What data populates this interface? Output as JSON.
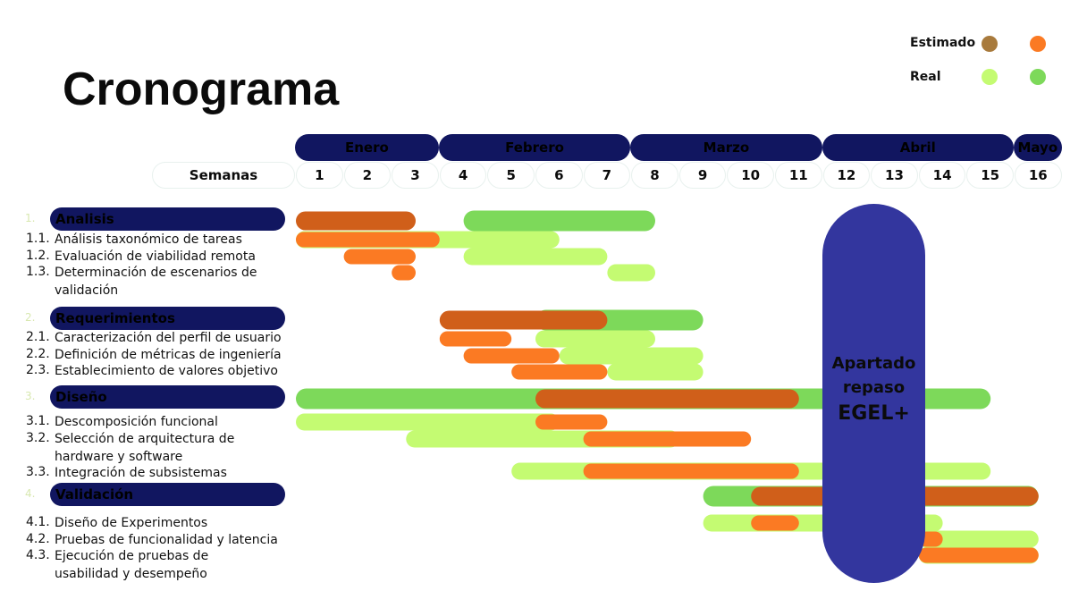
{
  "title": "Cronograma",
  "legend": {
    "estimado_label": "Estimado",
    "real_label": "Real",
    "colors": {
      "estimado_fase": "#a87a3c",
      "estimado_tarea": "#fb7a23",
      "real_tarea": "#c4fb72",
      "real_fase": "#7dd95a"
    }
  },
  "weeks_label": "Semanas",
  "months": [
    {
      "label": "Enero",
      "start": 1,
      "end": 3
    },
    {
      "label": "Febrero",
      "start": 4,
      "end": 7
    },
    {
      "label": "Marzo",
      "start": 8,
      "end": 11
    },
    {
      "label": "Abril",
      "start": 12,
      "end": 15
    },
    {
      "label": "Mayo",
      "start": 16,
      "end": 16
    }
  ],
  "weeks": [
    "1",
    "2",
    "3",
    "4",
    "5",
    "6",
    "7",
    "8",
    "9",
    "10",
    "11",
    "12",
    "13",
    "14",
    "15",
    "16"
  ],
  "bar_colors": {
    "phase_estimated": "#d05f1a",
    "task_estimated": "#fb7a23",
    "phase_real": "#7dd95a",
    "task_real": "#c4fb72"
  },
  "break_block": {
    "line1": "Apartado",
    "line2": "repaso",
    "line3": "EGEL+",
    "weeks": [
      12,
      13
    ]
  },
  "phases": [
    {
      "num": "1.",
      "label": "Analisis",
      "estimated": [
        1,
        3.5
      ],
      "real": [
        4.5,
        8.5
      ],
      "tasks": [
        {
          "num": "1.1.",
          "label": "Análisis taxonómico de tareas",
          "estimated": [
            1,
            3
          ],
          "real": [
            1,
            6.5
          ]
        },
        {
          "num": "1.2.",
          "label": "Evaluación de viabilidad remota",
          "estimated": [
            2,
            3.5
          ],
          "real": [
            4.5,
            7.5
          ]
        },
        {
          "num": "1.3.",
          "label": "Determinación de escenarios de validación",
          "estimated": [
            3,
            3.5
          ],
          "real": [
            7.5,
            8.5
          ]
        }
      ]
    },
    {
      "num": "2.",
      "label": "Requerimientos",
      "estimated": [
        4,
        7.5
      ],
      "real": [
        6,
        9.5
      ],
      "tasks": [
        {
          "num": "2.1.",
          "label": "Caracterización del perfil de usuario",
          "estimated": [
            4,
            5.5
          ],
          "real": [
            6,
            8.5
          ]
        },
        {
          "num": "2.2.",
          "label": "Definición de métricas de ingeniería",
          "estimated": [
            4.5,
            6.5
          ],
          "real": [
            6.5,
            9.5
          ]
        },
        {
          "num": "2.3.",
          "label": "Establecimiento de valores objetivo",
          "estimated": [
            5.5,
            7.5
          ],
          "real": [
            7.5,
            9.5
          ]
        }
      ]
    },
    {
      "num": "3.",
      "label": "Diseño",
      "estimated": [
        6,
        11.5
      ],
      "real": [
        1,
        15.5
      ],
      "tasks": [
        {
          "num": "3.1.",
          "label": "Descomposición funcional",
          "estimated": [
            6,
            7.5
          ],
          "real": [
            1,
            6.5
          ]
        },
        {
          "num": "3.2.",
          "label": "Selección de arquitectura de hardware y software",
          "estimated": [
            7,
            10.5
          ],
          "real": [
            3.3,
            8
          ]
        },
        {
          "num": "3.3.",
          "label": "Integración de subsistemas",
          "estimated": [
            7,
            11.5
          ],
          "real": [
            5.5,
            15.5
          ]
        }
      ]
    },
    {
      "num": "4.",
      "label": "Validación",
      "estimated": [
        10.5,
        16.5
      ],
      "real": [
        9.5,
        16.5
      ],
      "tasks": [
        {
          "num": "4.1.",
          "label": "Diseño de Experimentos",
          "estimated": [
            10.5,
            11.5
          ],
          "real": [
            9.5,
            14.5
          ]
        },
        {
          "num": "4.2.",
          "label": "Pruebas de funcionalidad y latencia",
          "estimated": [
            14,
            14.5
          ],
          "real": [
            14,
            16.5
          ]
        },
        {
          "num": "4.3.",
          "label": "Ejecución de pruebas de usabilidad y desempeño",
          "estimated": [
            14,
            16.5
          ],
          "real": [
            14,
            16.5
          ]
        }
      ]
    }
  ]
}
